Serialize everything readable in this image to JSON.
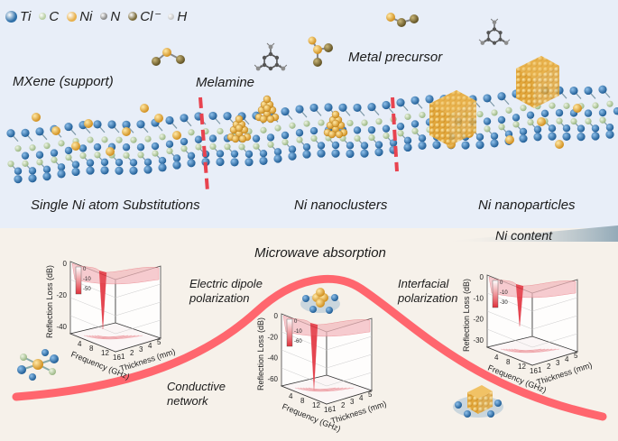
{
  "legend": [
    {
      "symbol": "Ti",
      "color": "#2e6fa8",
      "size": 13
    },
    {
      "symbol": "C",
      "color": "#b9cfa4",
      "size": 8
    },
    {
      "symbol": "Ni",
      "color": "#e7b04c",
      "size": 11
    },
    {
      "symbol": "N",
      "color": "#8d8d8d",
      "size": 8
    },
    {
      "symbol": "Cl⁻",
      "color": "#7a6a3a",
      "size": 10
    },
    {
      "symbol": "H",
      "color": "#c9c9c9",
      "size": 7
    }
  ],
  "top_labels": {
    "mxene": "MXene (support)",
    "melamine": "Melamine",
    "metal_precursor": "Metal precursor",
    "single_ni": "Single Ni atom Substitutions",
    "nanoclusters": "Ni nanoclusters",
    "nanoparticles": "Ni nanoparticles"
  },
  "bottom_labels": {
    "ni_content": "Ni content",
    "microwave": "Microwave absorption",
    "electric_dipole": "Electric dipole\npolarization",
    "interfacial": "Interfacial\npolarization",
    "conductive": "Conductive\nnetwork"
  },
  "plots": [
    {
      "id": "left",
      "zlabel": "Reflection Loss (dB)",
      "xlabel": "Frequency (GHz)",
      "ylabel": "Thickness (mm)",
      "x_ticks": [
        "4",
        "8",
        "12",
        "16"
      ],
      "y_ticks": [
        "1",
        "2",
        "3",
        "4",
        "5"
      ],
      "z_ticks": [
        "0",
        "-20",
        "-40"
      ],
      "cbar": [
        "0",
        "-10",
        "-50"
      ],
      "min_rl": -50
    },
    {
      "id": "middle",
      "zlabel": "Reflection Loss (dB)",
      "xlabel": "Frequency (GHz)",
      "ylabel": "Thickness (mm)",
      "x_ticks": [
        "4",
        "8",
        "12",
        "16"
      ],
      "y_ticks": [
        "1",
        "2",
        "3",
        "4",
        "5"
      ],
      "z_ticks": [
        "0",
        "-20",
        "-40",
        "-60"
      ],
      "cbar": [
        "0",
        "-10",
        "-60"
      ],
      "min_rl": -60
    },
    {
      "id": "right",
      "zlabel": "Reflection Loss (dB)",
      "xlabel": "Frequency (GHz)",
      "ylabel": "Thickness (mm)",
      "x_ticks": [
        "4",
        "8",
        "12",
        "16"
      ],
      "y_ticks": [
        "1",
        "2",
        "3",
        "4",
        "5"
      ],
      "z_ticks": [
        "0",
        "-10",
        "-20",
        "-30"
      ],
      "cbar": [
        "0",
        "-10",
        "-30"
      ],
      "min_rl": -30
    }
  ]
}
